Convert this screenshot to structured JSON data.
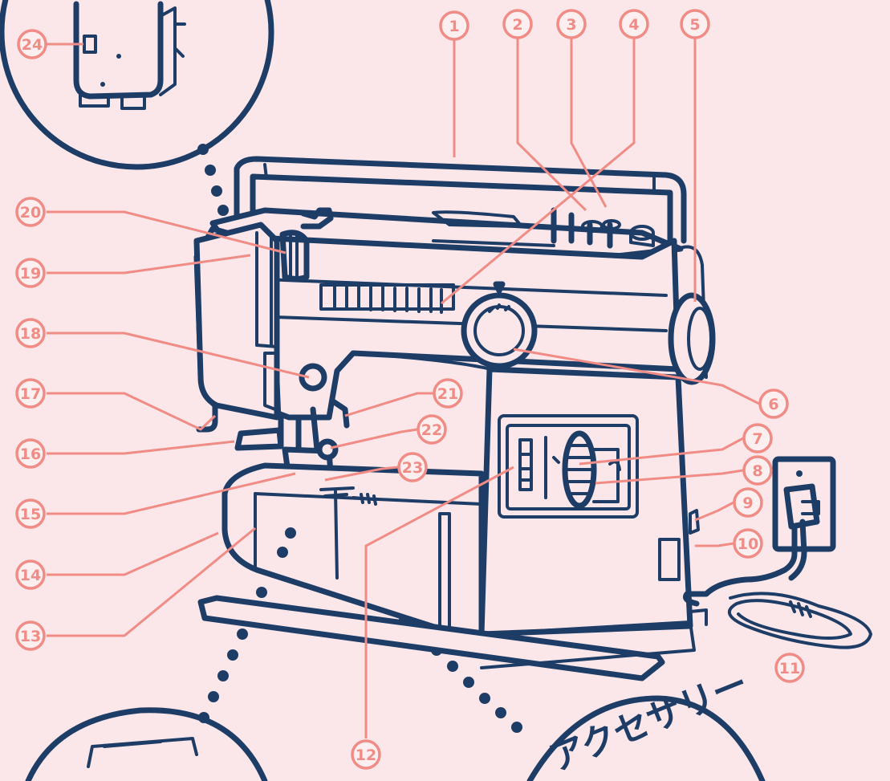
{
  "callouts": [
    {
      "id": "1",
      "label": "1"
    },
    {
      "id": "2",
      "label": "2"
    },
    {
      "id": "3",
      "label": "3"
    },
    {
      "id": "4",
      "label": "4"
    },
    {
      "id": "5",
      "label": "5"
    },
    {
      "id": "6",
      "label": "6"
    },
    {
      "id": "7",
      "label": "7"
    },
    {
      "id": "8",
      "label": "8"
    },
    {
      "id": "9",
      "label": "9"
    },
    {
      "id": "10",
      "label": "10"
    },
    {
      "id": "11",
      "label": "11"
    },
    {
      "id": "12",
      "label": "12"
    },
    {
      "id": "13",
      "label": "13"
    },
    {
      "id": "14",
      "label": "14"
    },
    {
      "id": "15",
      "label": "15"
    },
    {
      "id": "16",
      "label": "16"
    },
    {
      "id": "17",
      "label": "17"
    },
    {
      "id": "18",
      "label": "18"
    },
    {
      "id": "19",
      "label": "19"
    },
    {
      "id": "20",
      "label": "20"
    },
    {
      "id": "21",
      "label": "21"
    },
    {
      "id": "22",
      "label": "22"
    },
    {
      "id": "23",
      "label": "23"
    },
    {
      "id": "24",
      "label": "24"
    }
  ],
  "accessory_label": "アクセサリー",
  "colors": {
    "background": "#fbe7e9",
    "ink": "#1d3c66",
    "callout": "#f08c85"
  }
}
